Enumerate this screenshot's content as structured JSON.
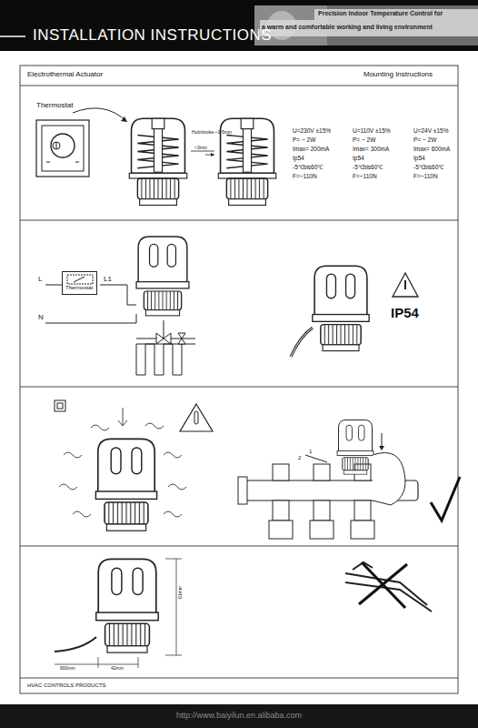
{
  "diagram": {
    "title": "INSTALLATION INSTRUCTIONS",
    "nodes": [
      {
        "text": [
          "Thermostat"
        ]
      },
      {
        "text": [
          "Thermostat"
        ]
      }
    ],
    "labels": [
      "Electrothermal Actuator",
      "Mounting Instructions",
      "Hub/stroke ~3-5min",
      ">3mm",
      "U=230V ±15%",
      "P= ~ 2W",
      "Imax= 200mA",
      "Ip54",
      "-5℃bis60℃",
      "F=~110N",
      "U=110V ±15%",
      "P= ~ 2W",
      "Imax= 300mA",
      "Ip54",
      "-5℃bis60℃",
      "F=~110N",
      "U=24V ±15%",
      "P= ~ 2W",
      "Imax= 600mA",
      "Ip54",
      "-5℃bis60℃",
      "F=~110N",
      "L",
      "L1",
      "N",
      "IP54",
      "61mm",
      "900mm",
      "42mm",
      "HVAC CONTROLS PRODUCTS",
      "Precision Indoor Temperature Control for",
      "a warm and comfortable working and living environment",
      "http://www.baiyilun.en.alibaba.com",
      "1",
      "2"
    ]
  }
}
